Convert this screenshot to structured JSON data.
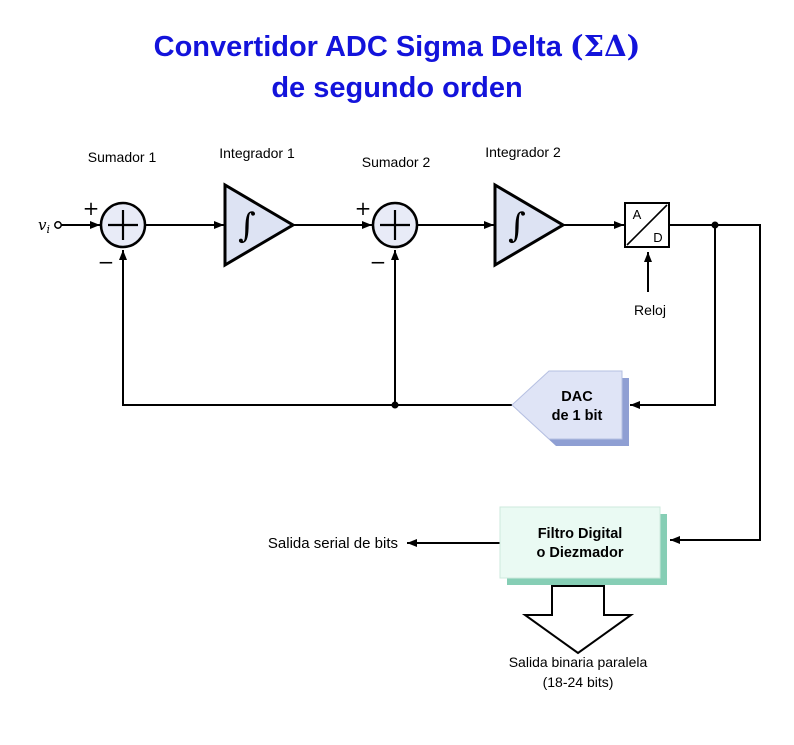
{
  "title": {
    "line1_main": "Convertidor ADC Sigma Delta ",
    "line1_math": "(ΣΔ)",
    "line2": "de segundo orden"
  },
  "colors": {
    "title_blue": "#1313db",
    "sum_fill": "#e8ebf7",
    "integrator_fill": "#dde3f3",
    "dac_fill": "#dfe4f6",
    "dac_shadow": "#8f9fd3",
    "filter_fill": "#eafaf3",
    "filter_shadow": "#86ceb5"
  },
  "labels": {
    "input_main": "v",
    "input_sub": "i",
    "sumador1": "Sumador 1",
    "integrador1": "Integrador 1",
    "sumador2": "Sumador 2",
    "integrador2": "Integrador 2",
    "integral": "∫",
    "plus": "+",
    "minus": "−",
    "ad_a": "A",
    "ad_d": "D",
    "reloj": "Reloj",
    "dac_line1": "DAC",
    "dac_line2": "de 1 bit",
    "filtro_line1": "Filtro Digital",
    "filtro_line2": "o Diezmador",
    "salida_serial": "Salida serial de bits",
    "salida_paralela_line1": "Salida binaria paralela",
    "salida_paralela_line2": "(18-24 bits)"
  }
}
